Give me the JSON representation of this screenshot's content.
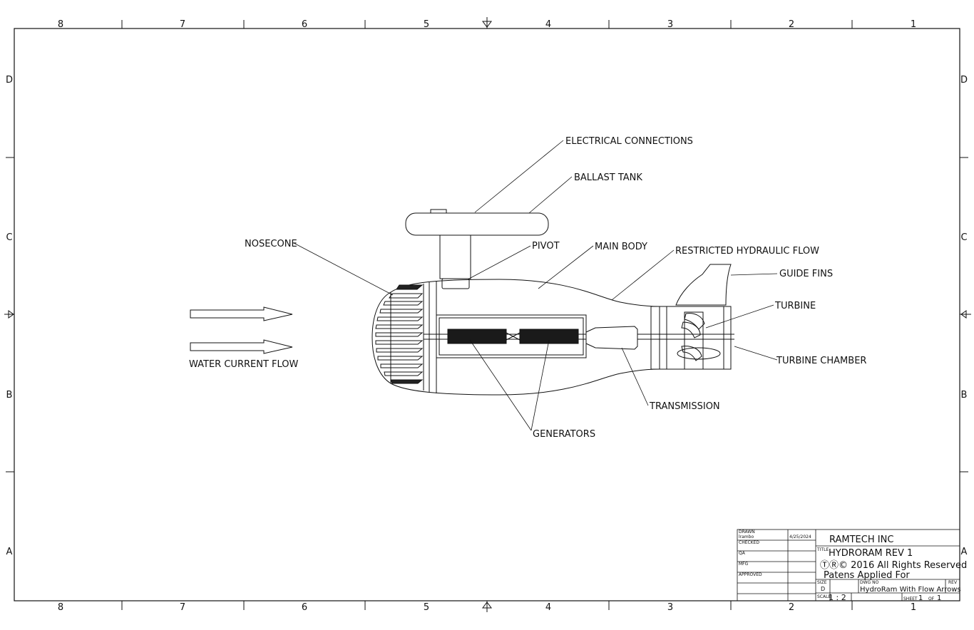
{
  "zones": {
    "columns_top": [
      "8",
      "7",
      "6",
      "5",
      "4",
      "3",
      "2",
      "1"
    ],
    "columns_bottom": [
      "8",
      "7",
      "6",
      "5",
      "4",
      "3",
      "2",
      "1"
    ],
    "rows_left": [
      "D",
      "C",
      "B",
      "A"
    ],
    "rows_right": [
      "D",
      "C",
      "B",
      "A"
    ]
  },
  "callouts": {
    "electrical_connections": "ELECTRICAL CONNECTIONS",
    "ballast_tank": "BALLAST TANK",
    "nosecone": "NOSECONE",
    "pivot": "PIVOT",
    "main_body": "MAIN BODY",
    "restricted_hydraulic_flow": "RESTRICTED HYDRAULIC FLOW",
    "guide_fins": "GUIDE FINS",
    "turbine": "TURBINE",
    "turbine_chamber": "TURBINE CHAMBER",
    "transmission": "TRANSMISSION",
    "generators": "GENERATORS",
    "water_current_flow": "WATER CURRENT FLOW"
  },
  "title_block": {
    "drawn_label": "DRAWN",
    "drawn_by": "lrambo",
    "drawn_date": "4/25/2024",
    "checked_label": "CHECKED",
    "qa_label": "QA",
    "mfg_label": "MFG",
    "approved_label": "APPROVED",
    "company": "RAMTECH INC",
    "title_label": "TITLE",
    "title": "HYDRORAM REV 1",
    "rights": "ⓉⓇ© 2016 All Rights Reserved",
    "patents": "Patens Applied For",
    "size_label": "SIZE",
    "size": "D",
    "dwg_no_label": "DWG NO",
    "dwg_no": "HydroRam With Flow Arrows",
    "rev_label": "REV",
    "scale_label": "SCALE",
    "scale": "1 : 2",
    "sheet_label": "SHEET",
    "sheet": "1",
    "of_label": "OF",
    "sheet_total": "1"
  }
}
